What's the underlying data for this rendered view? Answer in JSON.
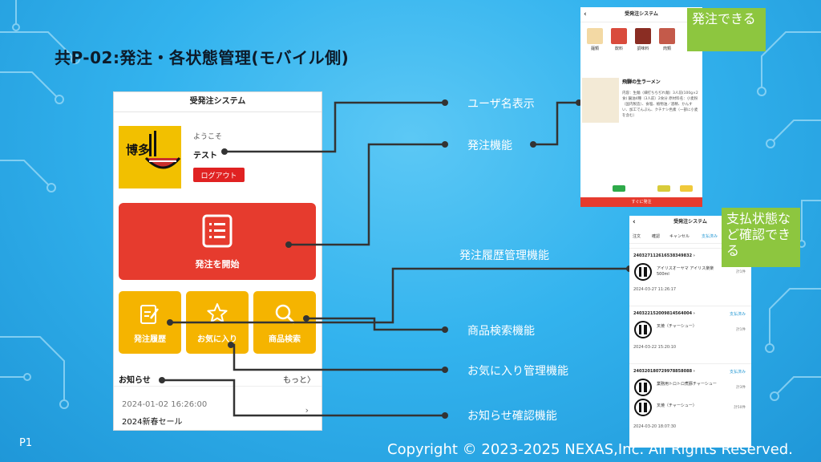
{
  "slide": {
    "title": "共P-02:発注・各状態管理(モバイル側)",
    "page_number": "P1",
    "copyright": "Copyright © 2023-2025 NEXAS,Inc. All Rights Reserved."
  },
  "main_phone": {
    "header_title": "受発注システム",
    "logo_text": "博多",
    "welcome": "ようこそ",
    "username": "テスト",
    "logout_label": "ログアウト",
    "start_order_label": "発注を開始",
    "tiles": [
      {
        "label": "発注履歴",
        "icon": "edit-icon"
      },
      {
        "label": "お気に入り",
        "icon": "star-icon"
      },
      {
        "label": "商品検索",
        "icon": "search-icon"
      }
    ],
    "news": {
      "title": "お知らせ",
      "more": "もっと〉",
      "date": "2024-01-02 16:26:00",
      "text": "2024新春セール"
    },
    "colors": {
      "order_red": "#e63b2e",
      "tile_yellow": "#f5b400",
      "logout_red": "#e02222"
    }
  },
  "features": {
    "username_display": "ユーザ名表示",
    "order_function": "発注機能",
    "order_history": "発注履歴管理機能",
    "product_search": "商品検索機能",
    "favorites": "お気に入り管理機能",
    "news_check": "お知らせ確認機能"
  },
  "callouts": {
    "can_order": "発注できる",
    "payment_status": "支払状態など確認できる"
  },
  "phone_product": {
    "header_title": "受発注システム",
    "back": "‹",
    "categories": [
      "麺類",
      "飲料",
      "調味料",
      "肉類"
    ],
    "product_name": "飛騨の生ラーメン",
    "description": "内容：生麺（細打ちちぢれ麺）3人前(100g×2食) 醤油4種（3人前）2食分 原材料名：小麦粉（国内製造）、食塩、植物油／酒精、かんすい、加工でんぷん、クチナシ色素（一部に小麦を含む）",
    "footer": "すぐに発注"
  },
  "phone_history": {
    "header_title": "受発注システム",
    "back": "‹",
    "tabs": [
      "注文",
      "確認",
      "キャンセル",
      "支払済み"
    ],
    "items": [
      {
        "id": "240327112616538349832 ›",
        "status": "",
        "name": "アイリスオーヤマ アイリス楽楽 500ml",
        "qty": "計1件",
        "time": "2024-03-27 11:26:17"
      },
      {
        "id": "240322152009814564004 ›",
        "status": "支払済み",
        "name": "叉焼（チャーシュー）",
        "qty": "計1件",
        "time": "2024-03-22 15:20:10"
      },
      {
        "id": "240320180729978858088 ›",
        "status": "支払済み",
        "name": "業務用トロトロ煮豚チャーシュー",
        "qty": "計3件",
        "time": ""
      },
      {
        "id": "",
        "status": "",
        "name": "叉焼（チャーシュー）",
        "qty": "計50件",
        "time": "2024-03-20 18:07:30"
      }
    ]
  }
}
